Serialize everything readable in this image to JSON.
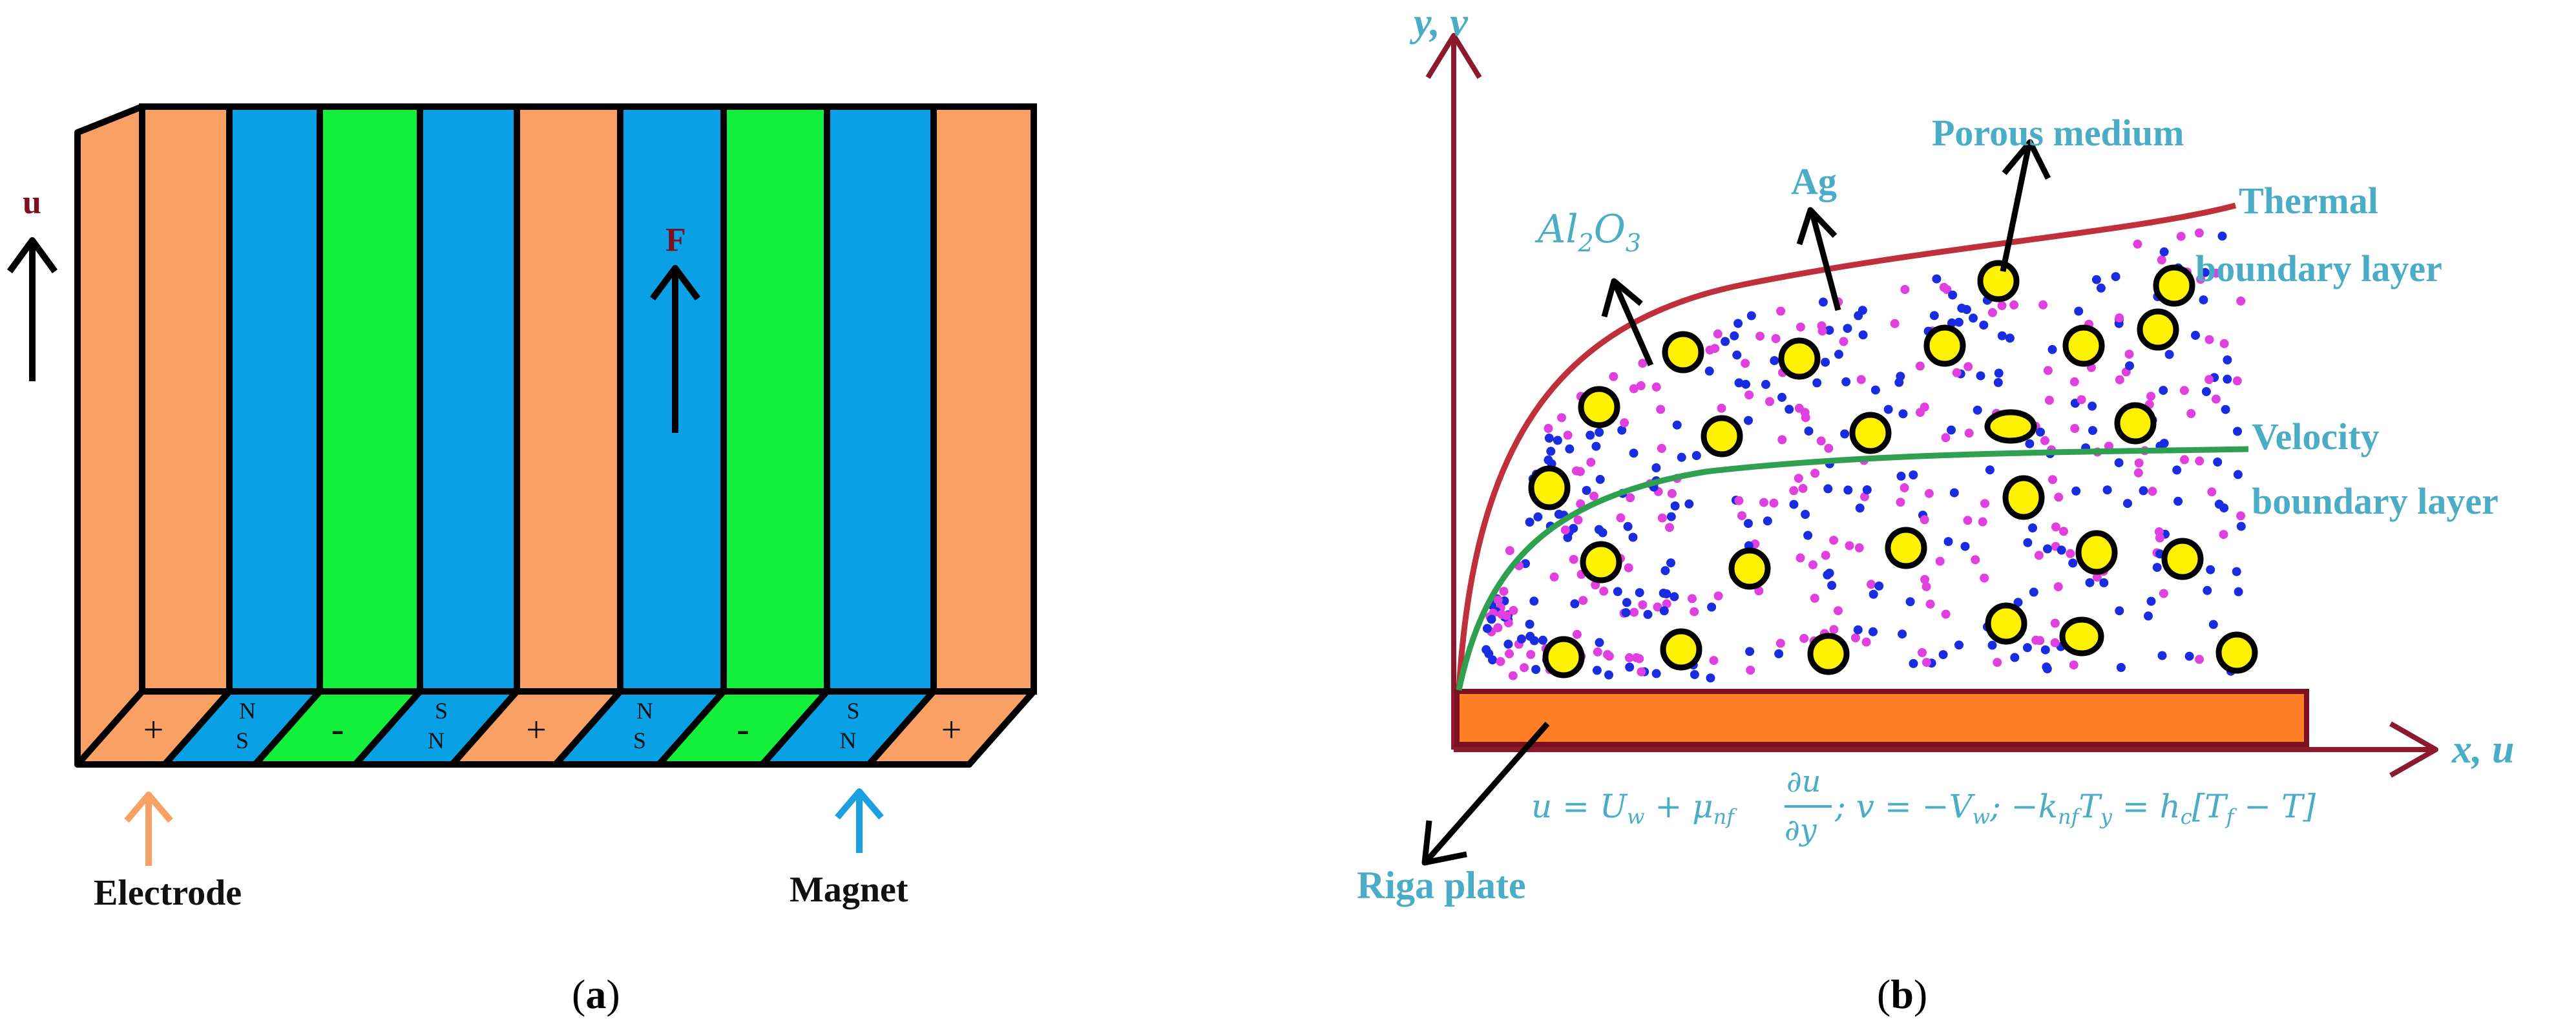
{
  "panel_a": {
    "caption_open": "(",
    "caption_letter": "a",
    "caption_close": ")",
    "u_label": "u",
    "f_label": "F",
    "electrode_label": "Electrode",
    "magnet_label": "Magnet",
    "front_labels": {
      "plus": "+",
      "minus": "-",
      "n": "N",
      "s": "S"
    },
    "colors": {
      "electrode": "#F9A165",
      "magnet": "#0AA0E6",
      "green": "#12F03C",
      "dark_red": "#7B1020",
      "electrode_arrow": "#F9A165",
      "magnet_arrow": "#1BA0E0"
    }
  },
  "panel_b": {
    "caption_open": "(",
    "caption_letter": "b",
    "caption_close": ")",
    "y_axis_label": "y, v",
    "x_axis_label": "x, u",
    "porous_label": "Porous medium",
    "ag_label": "Ag",
    "al2o3": {
      "al": "Al",
      "sub1": "2",
      "o": "O",
      "sub2": "3"
    },
    "thermal_line1": "Thermal",
    "thermal_line2": "boundary layer",
    "velocity_line1": "Velocity",
    "velocity_line2": "boundary layer",
    "riga_label": "Riga plate",
    "bc": {
      "p1": "u = U",
      "w": "w",
      "plus_mu": " + μ",
      "nf": "nf",
      "du": "∂u",
      "dy": "∂y",
      "p2": "; v = −V",
      "w2": "w",
      "p3": ";  −k",
      "nf2": "nf",
      "T": "T",
      "ysub": "y",
      "p4": " = h",
      "csub": "c",
      "p5": "[T",
      "fsub": "f",
      "p6": " − T]"
    },
    "colors": {
      "axis": "#8B1A2E",
      "label": "#4BACC6",
      "thermal": "#C0303A",
      "velocity": "#2FA050",
      "plate": "#FF7F27",
      "dot_blue": "#1A2CE0",
      "dot_magenta": "#E040E0",
      "particle": "#FFF200"
    }
  }
}
